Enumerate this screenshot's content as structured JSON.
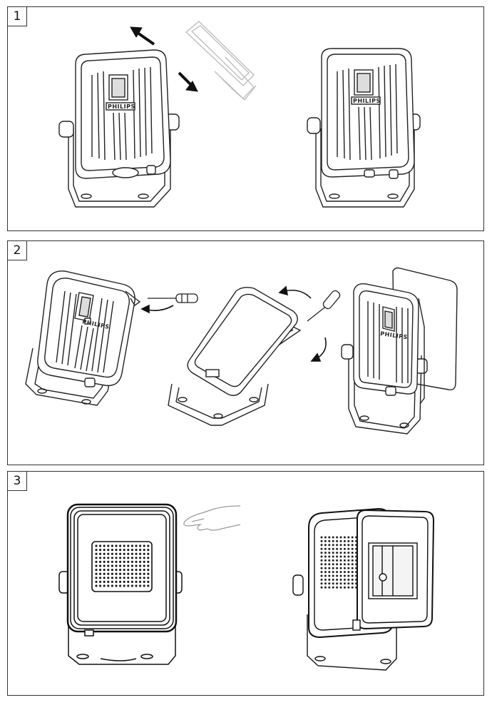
{
  "steps": [
    {
      "number": "1"
    },
    {
      "number": "2"
    },
    {
      "number": "3"
    }
  ],
  "brand_text": "PHILIPS",
  "icons": {
    "arrows": "movement-arrow",
    "tool_step1": "hacksaw",
    "tool_step2": "screwdriver",
    "hand_step3": "pointing-hand"
  }
}
